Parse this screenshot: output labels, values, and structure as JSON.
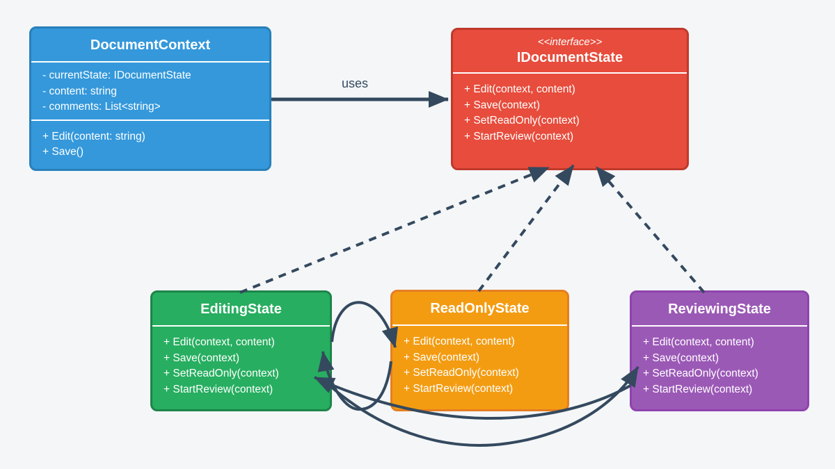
{
  "palette": {
    "background": "#f4f6f8",
    "context_fill": "#3498db",
    "context_border": "#2980b9",
    "interface_fill": "#e74c3c",
    "interface_border": "#c0392b",
    "editing_fill": "#27ae60",
    "editing_border": "#1e8449",
    "readonly_fill": "#f39c12",
    "readonly_border": "#e67e22",
    "reviewing_fill": "#9b59b6",
    "reviewing_border": "#8e44ad",
    "connector_color": "#34495e",
    "text_color": "#ffffff"
  },
  "classes": [
    {
      "name": "DocumentContext",
      "attributes": [
        "- currentState: IDocumentState",
        "- content: string",
        "- comments: List<string>"
      ],
      "methods": [
        "+ Edit(content: string)",
        "+ Save()"
      ]
    },
    {
      "stereotype": "<<interface>>",
      "name": "IDocumentState",
      "methods": [
        "+ Edit(context, content)",
        "+ Save(context)",
        "+ SetReadOnly(context)",
        "+ StartReview(context)"
      ]
    },
    {
      "name": "EditingState",
      "methods": [
        "+ Edit(context, content)",
        "+ Save(context)",
        "+ SetReadOnly(context)",
        "+ StartReview(context)"
      ]
    },
    {
      "name": "ReadOnlyState",
      "methods": [
        "+ Edit(context, content)",
        "+ Save(context)",
        "+ SetReadOnly(context)",
        "+ StartReview(context)"
      ]
    },
    {
      "name": "ReviewingState",
      "methods": [
        "+ Edit(context, content)",
        "+ Save(context)",
        "+ SetReadOnly(context)",
        "+ StartReview(context)"
      ]
    }
  ],
  "relationships": [
    {
      "from": "DocumentContext",
      "to": "IDocumentState",
      "type": "association",
      "label": "uses",
      "style": "solid-arrow"
    },
    {
      "from": "EditingState",
      "to": "IDocumentState",
      "type": "realization",
      "style": "dashed-arrow"
    },
    {
      "from": "ReadOnlyState",
      "to": "IDocumentState",
      "type": "realization",
      "style": "dashed-arrow"
    },
    {
      "from": "ReviewingState",
      "to": "IDocumentState",
      "type": "realization",
      "style": "dashed-arrow"
    },
    {
      "from": "EditingState",
      "to": "ReadOnlyState",
      "type": "transition",
      "style": "curved-arrow"
    },
    {
      "from": "ReadOnlyState",
      "to": "EditingState",
      "type": "transition",
      "style": "curved-arrow"
    },
    {
      "from": "EditingState",
      "to": "ReviewingState",
      "type": "transition",
      "style": "curved-arrow"
    },
    {
      "from": "ReviewingState",
      "to": "EditingState",
      "type": "transition",
      "style": "curved-arrow"
    }
  ]
}
